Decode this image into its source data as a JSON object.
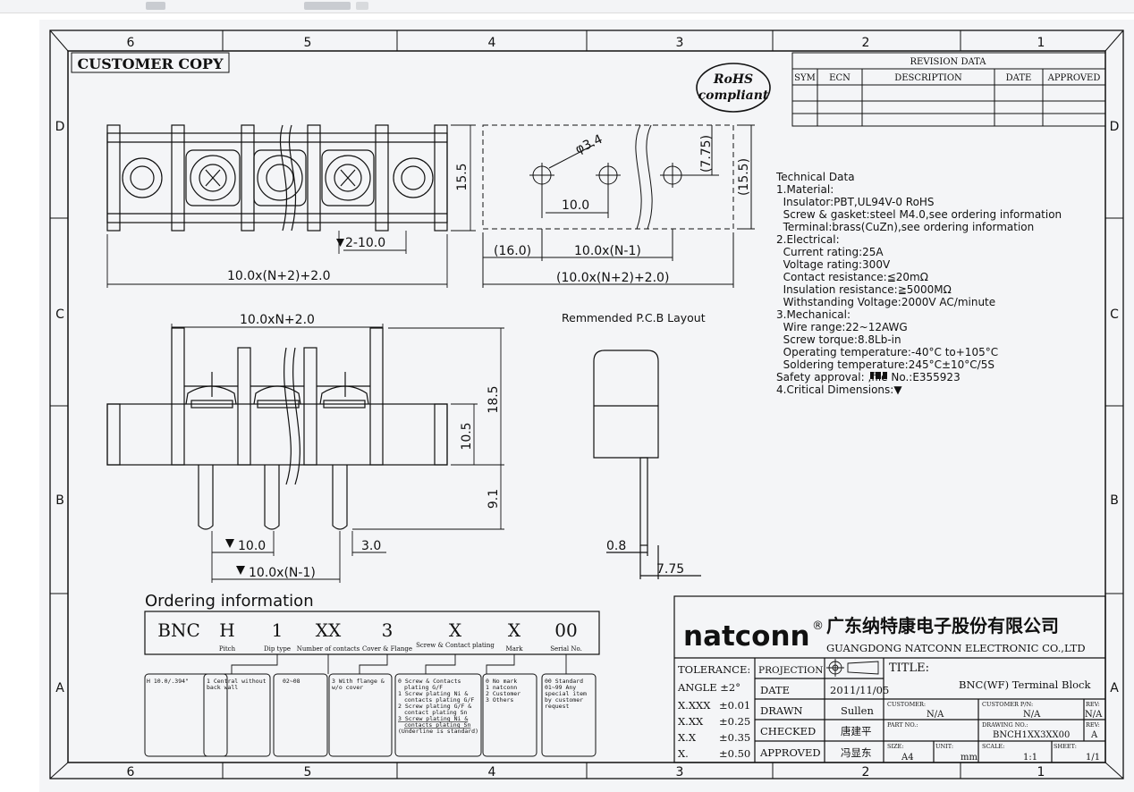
{
  "zones": {
    "cols_top": [
      "6",
      "5",
      "4",
      "3",
      "2",
      "1"
    ],
    "cols_bottom": [
      "6",
      "5",
      "4",
      "3",
      "2",
      "1"
    ],
    "rows": [
      "D",
      "C",
      "B",
      "A"
    ]
  },
  "stamp": {
    "customer_copy": "CUSTOMER COPY",
    "rohs_1": "RoHS",
    "rohs_2": "compliant"
  },
  "revision": {
    "title": "REVISION DATA",
    "headers": [
      "SYM",
      "ECN",
      "DESCRIPTION",
      "DATE",
      "APPROVED"
    ]
  },
  "dims": {
    "front_height": "15.5",
    "front_pitch": "2-10.0",
    "front_total": "10.0x(N+2)+2.0",
    "pcb_hole": "φ3.4",
    "pcb_offset_v": "(7.75)",
    "pcb_height": "(15.5)",
    "pcb_pitch": "10.0",
    "pcb_edge": "(16.0)",
    "pcb_span": "10.0x(N-1)",
    "pcb_total": "(10.0x(N+2)+2.0)",
    "pcb_title": "Remmended P.C.B Layout",
    "side_total": "10.0xN+2.0",
    "side_h1": "18.5",
    "side_h2": "10.5",
    "side_pin": "9.1",
    "side_pitch": "10.0",
    "side_pin_w": "3.0",
    "side_span": "10.0x(N-1)",
    "end_pin": "0.8",
    "end_depth": "7.75"
  },
  "tech": {
    "lines": [
      "Technical Data",
      "1.Material:",
      "  Insulator:PBT,UL94V-0 RoHS",
      "  Screw & gasket:steel M4.0,see ordering information",
      "  Terminal:brass(CuZn),see ordering information",
      "2.Electrical:",
      "  Current rating:25A",
      "  Voltage rating:300V",
      "  Contact resistance:≦20mΩ",
      "  Insulation resistance:≧5000MΩ",
      "  Withstanding Voltage:2000V AC/minute",
      "3.Mechanical:",
      "  Wire range:22~12AWG",
      "  Screw torque:8.8Lb-in",
      "  Operating temperature:-40°C to+105°C",
      "  Soldering temperature:245°C±10°C/5S",
      "Safety approval: ,file No.:E355923",
      "4.Critical Dimensions:▼"
    ]
  },
  "ordering": {
    "title": "Ordering information",
    "codes": [
      "BNC",
      "H",
      "1",
      "XX",
      "3",
      "X",
      "X",
      "00"
    ],
    "captions": [
      "Pitch",
      "Dip type",
      "Number of contacts",
      "Cover & Flange",
      "Screw & Contact plating",
      "Mark",
      "Serial No."
    ],
    "option_h": "H 10.0/.394\"",
    "option_dip": [
      "1 Central without",
      "back wall"
    ],
    "option_contacts": "02~08",
    "option_cover": [
      "3 With flange &",
      "w/o cover"
    ],
    "option_plating": [
      "0 Screw & Contacts",
      "plating G/F",
      "1 Screw plating Ni &",
      "contacts plating G/F",
      "2 Screw plating G/F &",
      "contact plating Sn",
      "3 Screw plating Ni &",
      "contacts plating Sn",
      "(Underline is standard)"
    ],
    "option_mark": [
      "0 No mark",
      "1 natconn",
      "2 Customer",
      "3 Others"
    ],
    "option_serial": [
      "00 Standard",
      "01~99 Any",
      "special item",
      "by customer",
      "request"
    ]
  },
  "titleblock": {
    "brand": "natconn",
    "reg": "®",
    "company_cn": "广东纳特康电子股份有限公司",
    "company_en": "GUANGDONG NATCONN ELECTRONIC CO.,LTD",
    "tolerance_label": "TOLERANCE:",
    "tolerances": [
      {
        "k": "ANGLE ±2°",
        "v": ""
      },
      {
        "k": "X.XXX",
        "v": "±0.01"
      },
      {
        "k": "X.XX",
        "v": "±0.25"
      },
      {
        "k": "X.X",
        "v": "±0.35"
      },
      {
        "k": "X.",
        "v": "±0.50"
      }
    ],
    "projection": "PROJECTION",
    "rows": [
      {
        "k": "DATE",
        "v": "2011/11/05"
      },
      {
        "k": "DRAWN",
        "v": "Sullen"
      },
      {
        "k": "CHECKED",
        "v": "唐建平"
      },
      {
        "k": "APPROVED",
        "v": "冯显东"
      }
    ],
    "title_label": "TITLE:",
    "title_value": "BNC(WF) Terminal Block",
    "customer_label": "CUSTOMER:",
    "customer_value": "N/A",
    "customer_pn_label": "CUSTOMER P/N:",
    "customer_pn_value": "N/A",
    "rev_label": "REV:",
    "rev_value_1": "N/A",
    "part_label": "PART NO.:",
    "drawing_label": "DRAWING NO.:",
    "drawing_value": "BNCH1XX3XX00",
    "rev_value_2": "A",
    "size_label": "SIZE:",
    "size_value": "A4",
    "unit_label": "UNIT:",
    "unit_value": "mm",
    "scale_label": "SCALE:",
    "scale_value": "1:1",
    "sheet_label": "SHEET:",
    "sheet_value": "1/1"
  },
  "colors": {
    "line": "#111111",
    "paper": "#f4f5f7",
    "topbar": "#f3f4f6"
  }
}
